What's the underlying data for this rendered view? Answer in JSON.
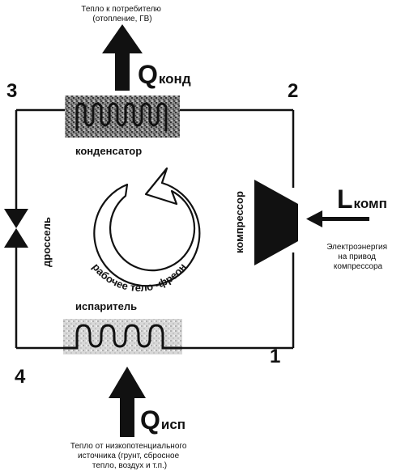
{
  "nodes": {
    "n1": "1",
    "n2": "2",
    "n3": "3",
    "n4": "4"
  },
  "components": {
    "condenser": "конденсатор",
    "evaporator": "испаритель",
    "compressor": "компрессор",
    "throttle": "дроссель"
  },
  "working_fluid": "рабочее тело -фреон",
  "heat_out": {
    "symbol": "Q",
    "subscript": "конд",
    "caption_line1": "Тепло к потребителю",
    "caption_line2": "(отопление, ГВ)"
  },
  "heat_in": {
    "symbol": "Q",
    "subscript": "исп",
    "caption_line1": "Тепло от низкопотенциального",
    "caption_line2": "источника (грунт, сбросное",
    "caption_line3": "тепло, воздух и т.п.)"
  },
  "work_in": {
    "symbol": "L",
    "subscript": "комп",
    "caption_line1": "Электроэнергия",
    "caption_line2": "на привод",
    "caption_line3": "компрессора"
  }
}
